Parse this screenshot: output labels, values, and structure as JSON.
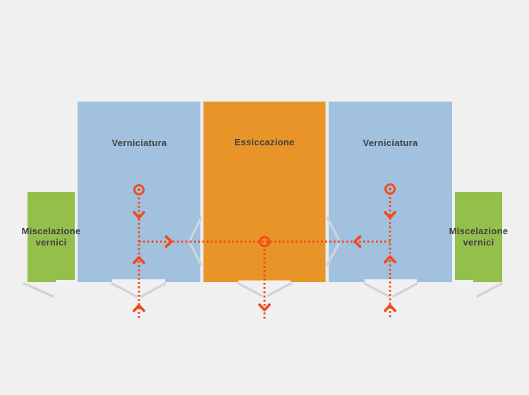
{
  "diagram": {
    "background_color": "#f0f0f1",
    "wall_gap_color": "#e9ecef",
    "door_color": "#d2d3d5",
    "text_color": "#3f4044",
    "flow_color": "#f14a1d",
    "rooms": {
      "mixing_left": {
        "label": "Miscelazione vernici",
        "color": "#94bf4b"
      },
      "painting_left": {
        "label": "Verniciatura",
        "color": "#a2c1de"
      },
      "drying": {
        "label": "Essiccazione",
        "color": "#e89428"
      },
      "painting_right": {
        "label": "Verniciatura",
        "color": "#a2c1de"
      },
      "mixing_right": {
        "label": "Miscelazione vernici",
        "color": "#94bf4b"
      }
    }
  }
}
